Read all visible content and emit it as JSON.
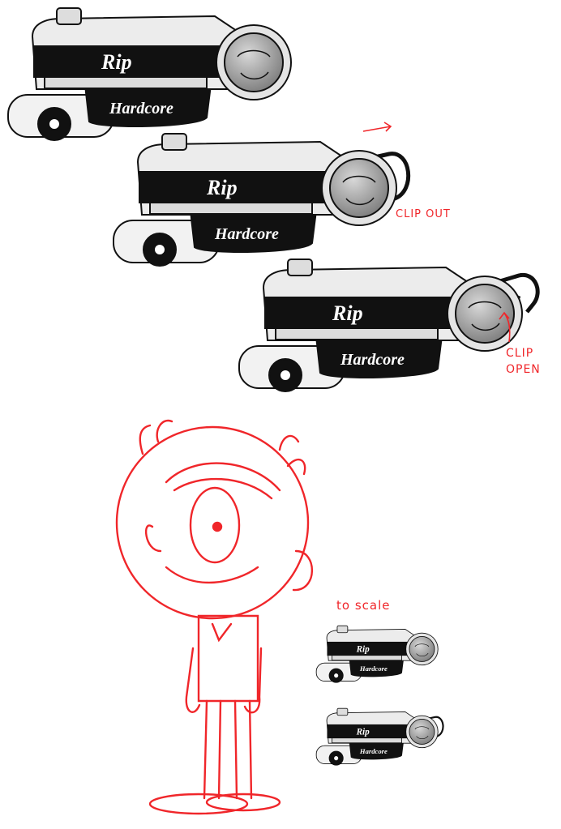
{
  "colors": {
    "annotation": "#f0262a",
    "ink": "#111111",
    "metal": "#e9e9e9",
    "lens": "#9a9a9a"
  },
  "annotations": {
    "clip_out": "CLIP OUT",
    "clip_open_line1": "CLIP",
    "clip_open_line2": "OPEN",
    "to_scale": "to scale"
  },
  "devices": [
    {
      "name": "device-closed",
      "clip": "none",
      "brand": "Rip",
      "model": "Hardcore"
    },
    {
      "name": "device-clip-out",
      "clip": "out",
      "brand": "Rip",
      "model": "Hardcore"
    },
    {
      "name": "device-clip-open",
      "clip": "open",
      "brand": "Rip",
      "model": "Hardcore"
    },
    {
      "name": "device-small-closed",
      "clip": "none",
      "brand": "Rip",
      "model": "Hardcore"
    },
    {
      "name": "device-small-clip",
      "clip": "out",
      "brand": "Rip",
      "model": "Hardcore"
    }
  ]
}
